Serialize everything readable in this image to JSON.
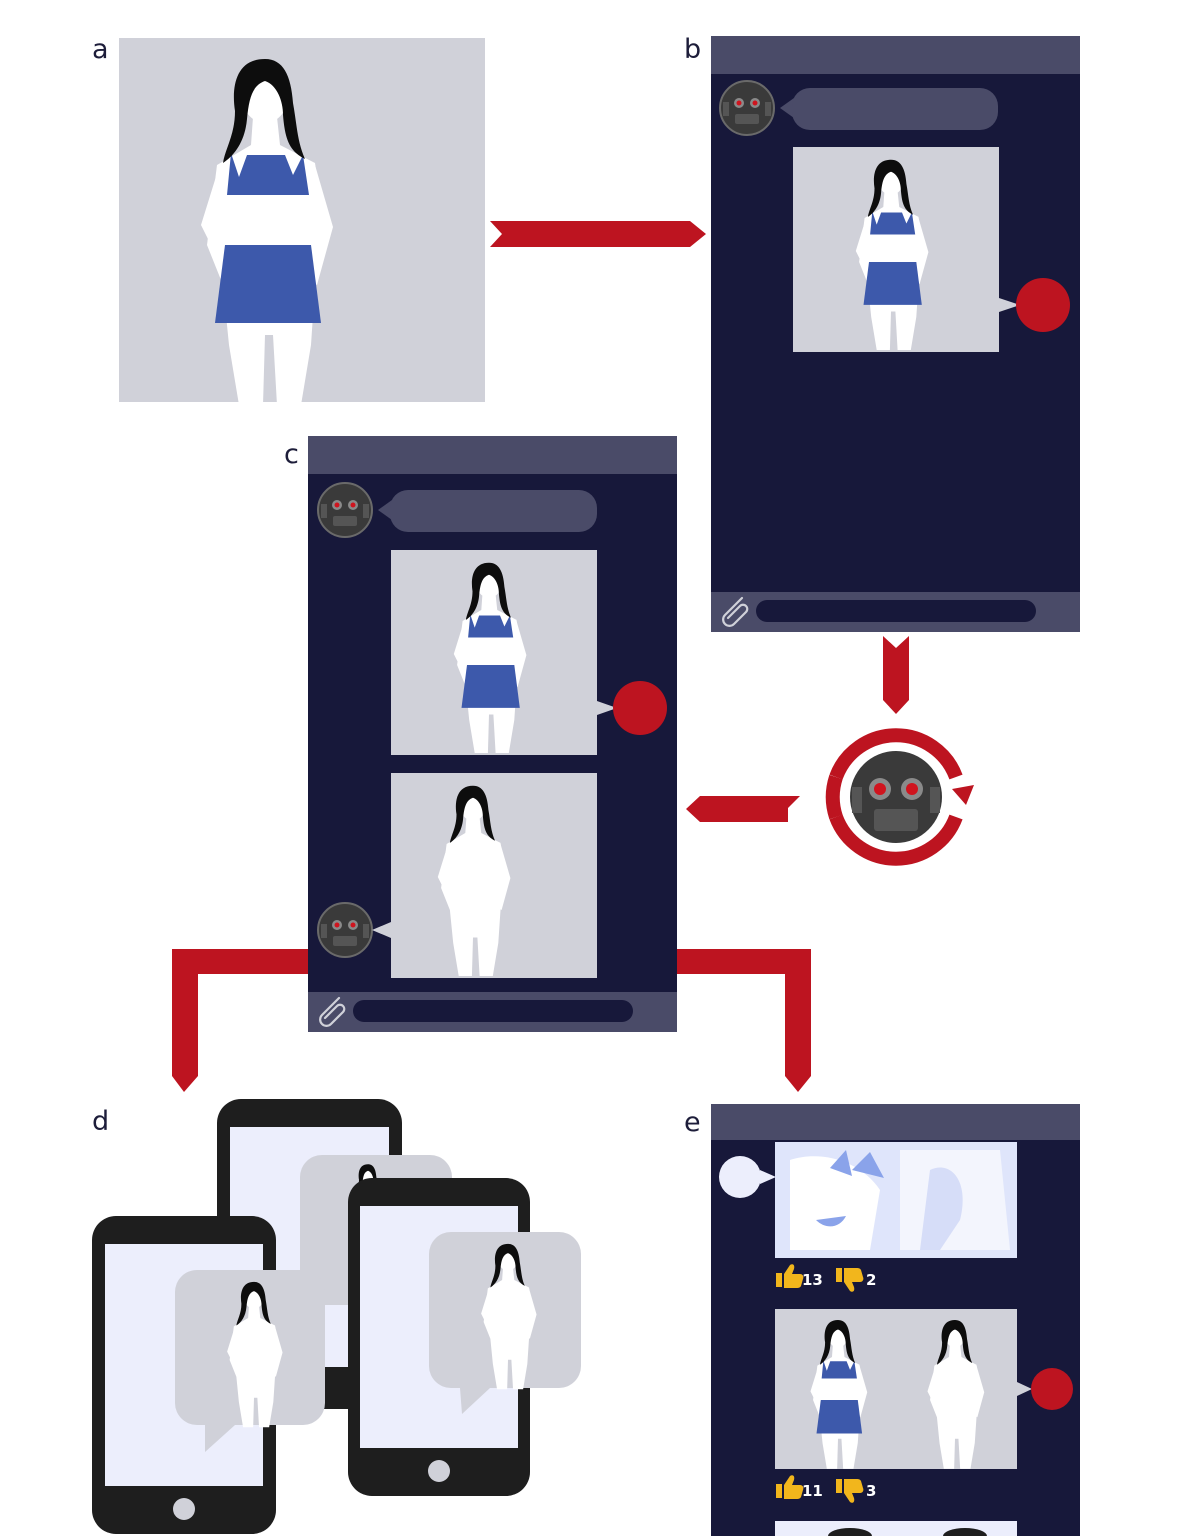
{
  "panels": {
    "a": "a",
    "b": "b",
    "c": "c",
    "d": "d",
    "e": "e"
  },
  "feed": [
    {
      "likes": "13",
      "dislikes": "2"
    },
    {
      "likes": "11",
      "dislikes": "3"
    }
  ],
  "colors": {
    "chat_bg": "#17183a",
    "chat_bar": "#4a4b68",
    "photo_bg": "#d0d1d9",
    "arrow": "#bd1420",
    "clothing": "#3d59ab",
    "hair": "#0d0d0d",
    "skin": "#ffffff",
    "device": "#1e1e1e",
    "device_screen": "#eceefc",
    "thumb": "#f2b61c",
    "bot_face": "#3a3a3a",
    "bot_eye": "#d0141e"
  },
  "icons": [
    "bot-avatar-icon",
    "attach-icon",
    "thumbs-up-icon",
    "thumbs-down-icon",
    "user-avatar-icon",
    "refresh-bot-icon"
  ]
}
